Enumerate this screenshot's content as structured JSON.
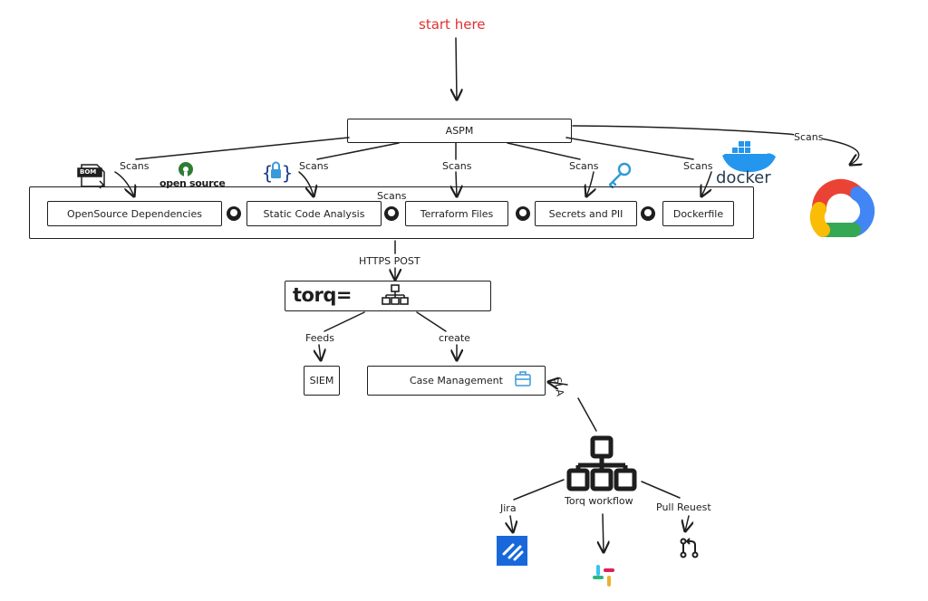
{
  "start_label": "start here",
  "aspm": "ASPM",
  "scans": "Scans",
  "https_post": "HTTPS POST",
  "feeds": "Feeds",
  "create": "create",
  "sla": "SLA",
  "scanners": [
    "OpenSource Dependencies",
    "Static Code Analysis",
    "Terraform Files",
    "Secrets and PII",
    "Dockerfile"
  ],
  "siem": "SIEM",
  "case_management": "Case Management",
  "torq_logo": "torq",
  "torq_workflow": "Torq workflow",
  "jira": "Jira",
  "pull_request": "Pull Reuest",
  "opensource_logo": "open source",
  "docker_logo": "docker",
  "bom_label": "BOM",
  "colors": {
    "start": "#e03131",
    "stroke": "#1e1e1e",
    "jira": "#1868db",
    "key": "#2f9bd6",
    "docker": "#2496ed",
    "opensource": "#2e7d32",
    "briefcase": "#3a9ad9"
  }
}
